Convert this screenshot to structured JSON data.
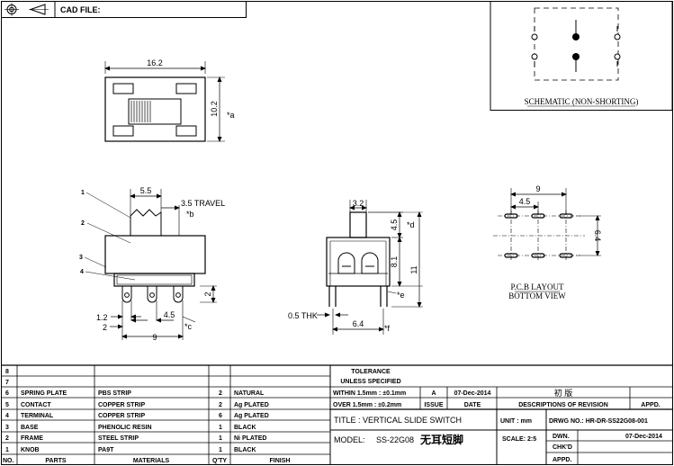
{
  "header": {
    "cad_file_label": "CAD FILE:"
  },
  "schematic": {
    "title": "SCHEMATIC (NON-SHORTING)"
  },
  "top_view": {
    "width": "16.2",
    "height": "10.2",
    "height_note": "*a"
  },
  "side_view": {
    "callouts": [
      "1",
      "2",
      "3",
      "4"
    ],
    "knob_width": "5.5",
    "travel": "3.5  TRAVEL",
    "travel_note": "*b",
    "pin_width": "1.2",
    "pin_offset": "2",
    "pitch": "4.5",
    "pitch_note": "*c",
    "span": "9",
    "pin_height": "2"
  },
  "front_view": {
    "knob_width": "3.2",
    "knob_height": "4.5",
    "knob_height_note": "*d",
    "body_height": "8.1",
    "total_height": "11",
    "leg_note": "*e",
    "thickness": "0.5  THK",
    "leg_span": "6.4",
    "leg_span_note": "*f"
  },
  "pcb": {
    "span": "9",
    "pitch": "4.5",
    "row_gap": "6.4",
    "title": "P.C.B  LAYOUT",
    "subtitle": "BOTTOM  VIEW"
  },
  "bom": {
    "header": {
      "no": "NO.",
      "parts": "PARTS",
      "materials": "MATERIALS",
      "qty": "Q'TY",
      "finish": "FINISH"
    },
    "rows": [
      {
        "no": "8",
        "part": "",
        "material": "",
        "qty": "",
        "finish": ""
      },
      {
        "no": "7",
        "part": "",
        "material": "",
        "qty": "",
        "finish": ""
      },
      {
        "no": "6",
        "part": "SPRING  PLATE",
        "material": "PBS  STRIP",
        "qty": "2",
        "finish": "NATURAL"
      },
      {
        "no": "5",
        "part": "CONTACT",
        "material": "COPPER  STRIP",
        "qty": "2",
        "finish": "Ag  PLATED"
      },
      {
        "no": "4",
        "part": "TERMINAL",
        "material": "COPPER  STRIP",
        "qty": "6",
        "finish": "Ag  PLATED"
      },
      {
        "no": "3",
        "part": "BASE",
        "material": "PHENOLIC  RESIN",
        "qty": "1",
        "finish": "BLACK"
      },
      {
        "no": "2",
        "part": "FRAME",
        "material": "STEEL  STRIP",
        "qty": "1",
        "finish": "Ni  PLATED"
      },
      {
        "no": "1",
        "part": "KNOB",
        "material": "PA9T",
        "qty": "1",
        "finish": "BLACK"
      }
    ]
  },
  "tolerance": {
    "title": "TOLERANCE",
    "subtitle": "UNLESS  SPECIFIED",
    "row1": "WITHIN  1.5mm  : ±0.1mm",
    "row2": "OVER  1.5mm  : ±0.2mm"
  },
  "revision": {
    "rev": "A",
    "date": "07-Dec-2014",
    "description": "初  版",
    "issue_label": "ISSUE",
    "date_label": "DATE",
    "desc_label": "DESCRIPTIONS  OF  REVISION",
    "appd_label": "APPD."
  },
  "title_block": {
    "title": "TITLE :  VERTICAL  SLIDE  SWITCH",
    "unit": "UNIT :  mm",
    "drwg_no": "DRWG NO.:  HR-DR-SS22G08-001",
    "model_label": "MODEL:",
    "model": "SS-22G08",
    "model_cn": "无耳短脚",
    "scale": "SCALE:  2:5",
    "dwn_label": "DWN.",
    "dwn_date": "07-Dec-2014",
    "chkd_label": "CHK'D",
    "appd_label": "APPD."
  }
}
